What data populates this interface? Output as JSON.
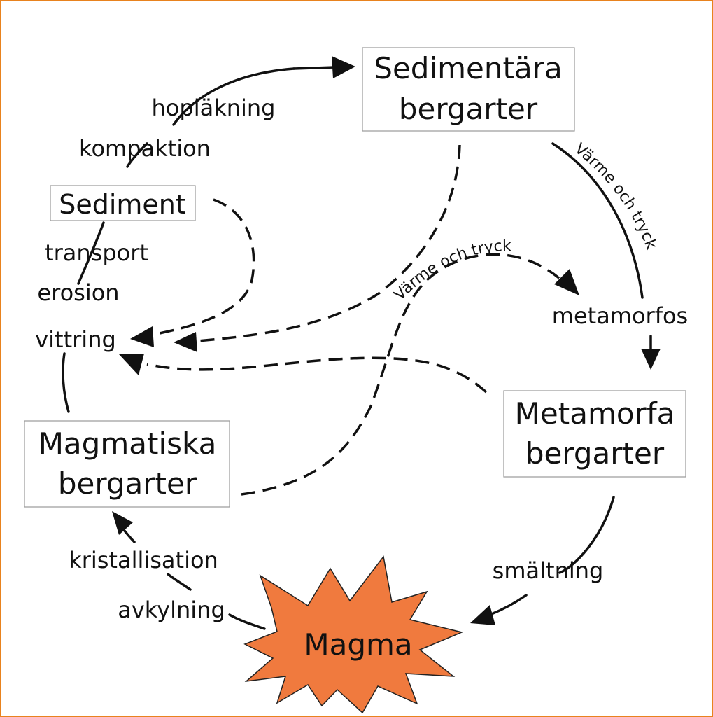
{
  "colors": {
    "frame": "#e8821e",
    "magma_fill": "#f07a3e",
    "line": "#111111"
  },
  "nodes": {
    "sedimentara": {
      "line1": "Sedimentära",
      "line2": "bergarter"
    },
    "sediment": {
      "label": "Sediment"
    },
    "metamorfa": {
      "line1": "Metamorfa",
      "line2": "bergarter"
    },
    "magmatiska": {
      "line1": "Magmatiska",
      "line2": "bergarter"
    },
    "magma": {
      "label": "Magma"
    }
  },
  "processes": {
    "hoplakning": "hopläkning",
    "kompaktion": "kompaktion",
    "transport": "transport",
    "erosion": "erosion",
    "vittring": "vittring",
    "metamorfos": "metamorfos",
    "smaltning": "smältning",
    "kristallisation": "kristallisation",
    "avkylning": "avkylning",
    "varme_tryck_curved": "Värme och tryck",
    "varme_tryck_side": "Värme och tryck"
  }
}
